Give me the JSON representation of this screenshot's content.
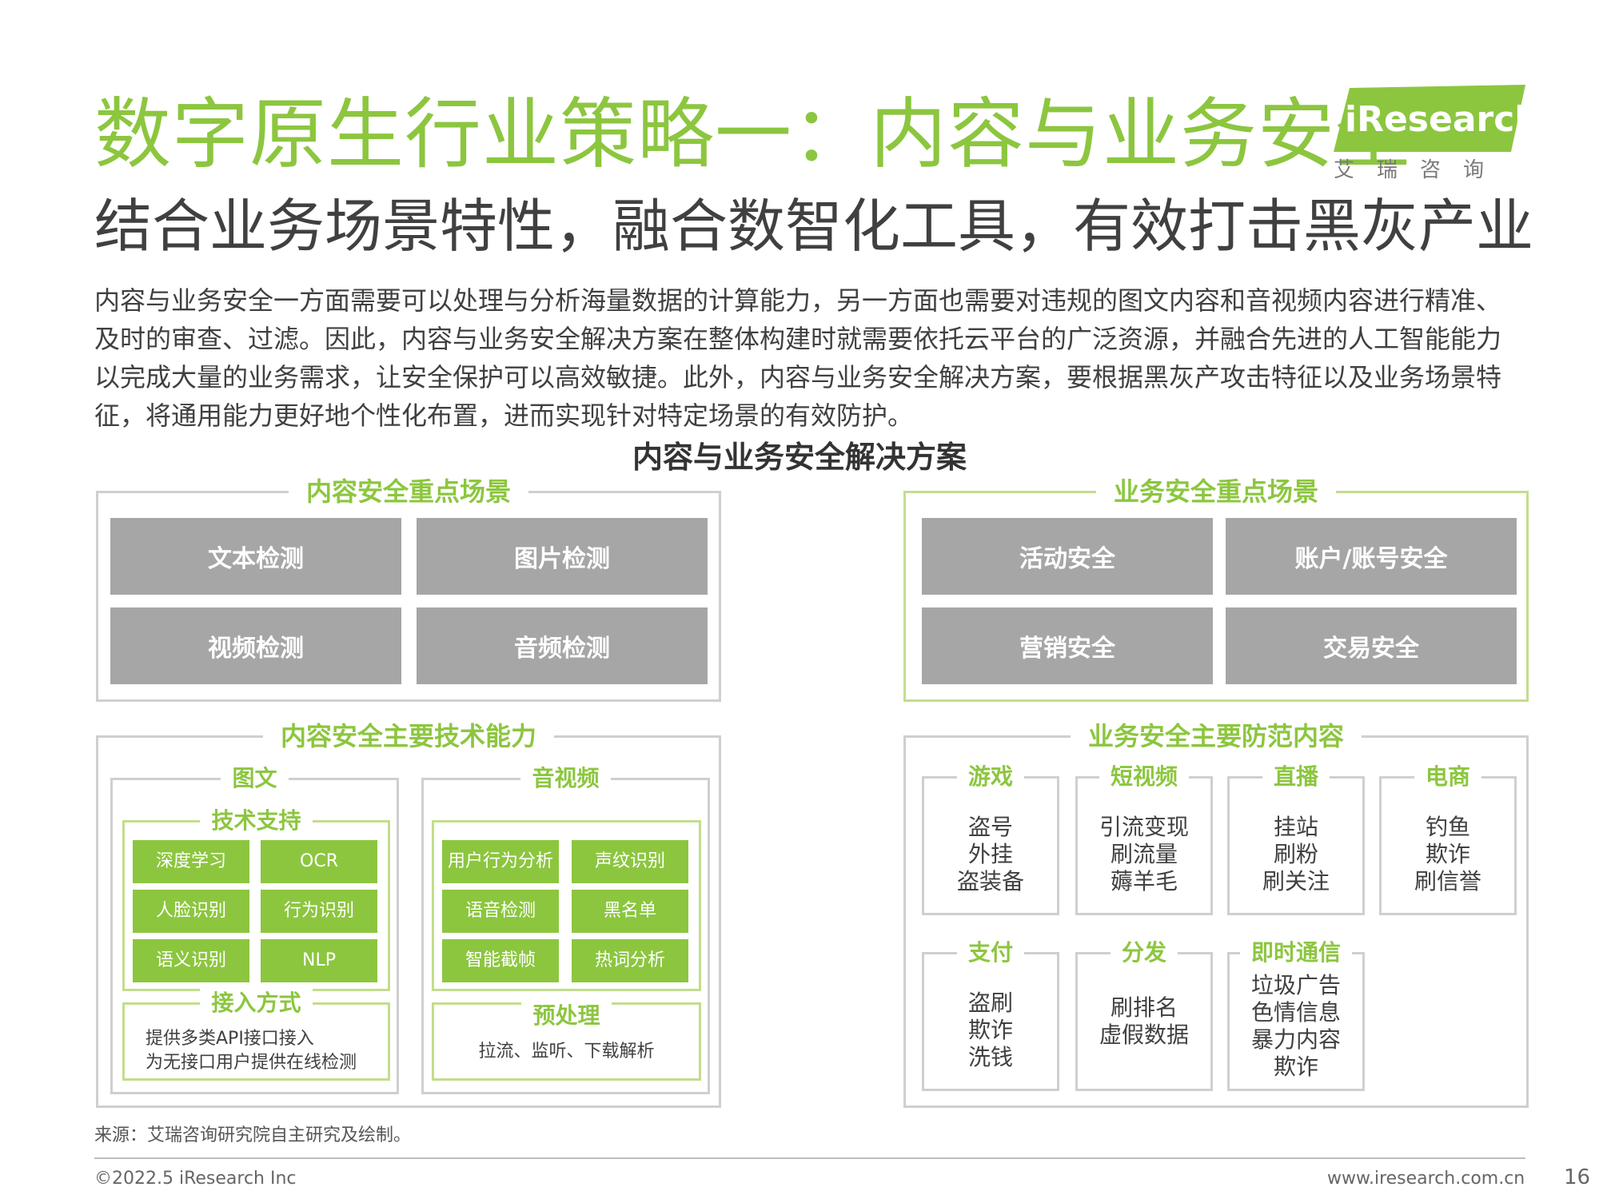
{
  "title": "数字原生行业策略一：内容与业务安全",
  "subtitle": "结合业务场景特性，融合数智化工具，有效打击黑灰产业",
  "body": "内容与业务安全一方面需要可以处理与分析海量数据的计算能力，另一方面也需要对违规的图文内容和音视频内容进行精准、及时的审查、过滤。因此，内容与业务安全解决方案在整体构建时就需要依托云平台的广泛资源，并融合先进的人工智能能力以完成大量的业务需求，让安全保护可以高效敏捷。此外，内容与业务安全解决方案，要根据黑灰产攻击特征以及业务场景特征，将通用能力更好地个性化布置，进而实现针对特定场景的有效防护。",
  "logo": {
    "word": "iResearch",
    "cn": "艾瑞咨询"
  },
  "diagram_title": "内容与业务安全解决方案",
  "content_scenes": {
    "title": "内容安全重点场景",
    "items": [
      "文本检测",
      "图片检测",
      "视频检测",
      "音频检测"
    ]
  },
  "business_scenes": {
    "title": "业务安全重点场景",
    "items": [
      "活动安全",
      "账户/账号安全",
      "营销安全",
      "交易安全"
    ]
  },
  "content_tech": {
    "title": "内容安全主要技术能力",
    "image_text": {
      "title": "图文",
      "tech_support": {
        "title": "技术支持",
        "items": [
          "深度学习",
          "OCR",
          "人脸识别",
          "行为识别",
          "语义识别",
          "NLP"
        ]
      },
      "access": {
        "title": "接入方式",
        "line1": "提供多类API接口接入",
        "line2": "为无接口用户提供在线检测"
      }
    },
    "av": {
      "title": "音视频",
      "items": [
        "用户行为分析",
        "声纹识别",
        "语音检测",
        "黑名单",
        "智能截帧",
        "热词分析"
      ],
      "preprocess": {
        "title": "预处理",
        "text": "拉流、监听、下载解析"
      }
    }
  },
  "business_prevent": {
    "title": "业务安全主要防范内容",
    "categories": [
      {
        "title": "游戏",
        "lines": [
          "盗号",
          "外挂",
          "盗装备"
        ]
      },
      {
        "title": "短视频",
        "lines": [
          "引流变现",
          "刷流量",
          "薅羊毛"
        ]
      },
      {
        "title": "直播",
        "lines": [
          "挂站",
          "刷粉",
          "刷关注"
        ]
      },
      {
        "title": "电商",
        "lines": [
          "钓鱼",
          "欺诈",
          "刷信誉"
        ]
      },
      {
        "title": "支付",
        "lines": [
          "盗刷",
          "欺诈",
          "洗钱"
        ]
      },
      {
        "title": "分发",
        "lines": [
          "刷排名",
          "虚假数据"
        ]
      },
      {
        "title": "即时通信",
        "lines": [
          "垃圾广告",
          "色情信息",
          "暴力内容",
          "欺诈"
        ]
      }
    ]
  },
  "source": "来源：艾瑞咨询研究院自主研究及绘制。",
  "copyright": "©2022.5 iResearch Inc",
  "website": "www.iresearch.com.cn",
  "page_number": "16",
  "colors": {
    "accent": "#8cc63f",
    "gray_box": "#a6a6a6",
    "border": "#cfcfcf"
  }
}
